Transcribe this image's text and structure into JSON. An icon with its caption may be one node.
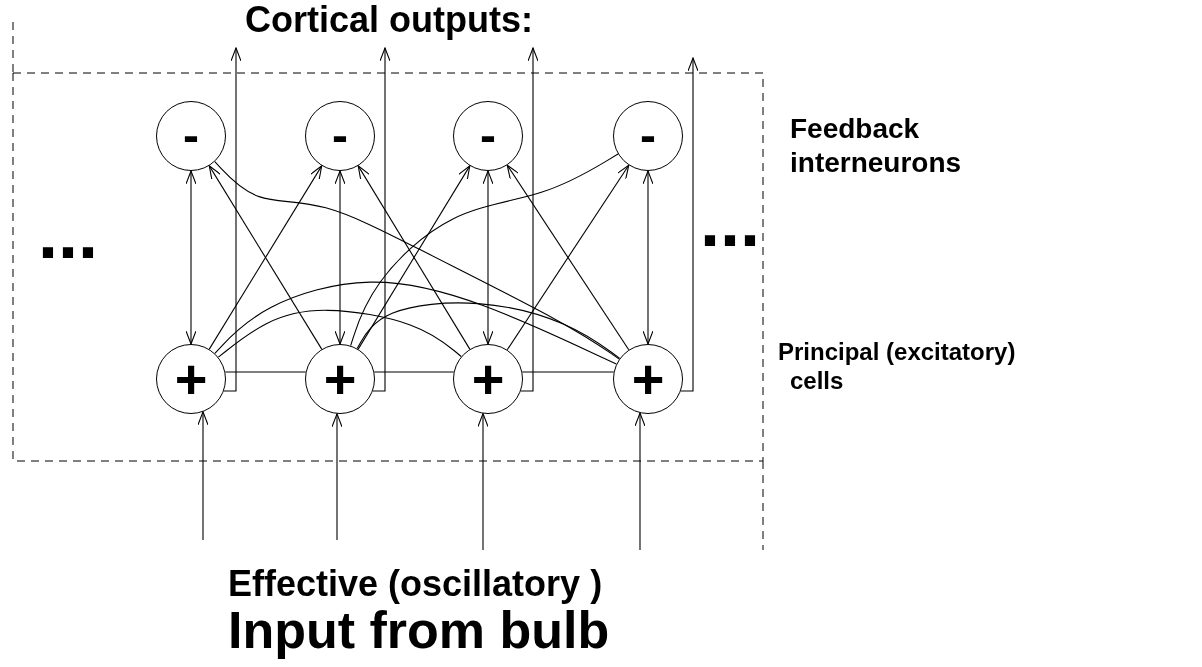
{
  "diagram": {
    "title": "Cortical outputs:",
    "nodes": [
      {
        "text": [
          "-"
        ]
      },
      {
        "text": [
          "-"
        ]
      },
      {
        "text": [
          "-"
        ]
      },
      {
        "text": [
          "-"
        ]
      },
      {
        "text": [
          "+"
        ]
      },
      {
        "text": [
          "+"
        ]
      },
      {
        "text": [
          "+"
        ]
      },
      {
        "text": [
          "+"
        ]
      }
    ],
    "edges": [
      {
        "from": 0,
        "to": 4,
        "arrow": "both"
      },
      {
        "from": 1,
        "to": 5,
        "arrow": "both"
      },
      {
        "from": 2,
        "to": 6,
        "arrow": "both"
      },
      {
        "from": 3,
        "to": 7,
        "arrow": "both"
      },
      {
        "from": 5,
        "to": 0,
        "arrow": "to"
      },
      {
        "from": 4,
        "to": 1,
        "arrow": "to"
      },
      {
        "from": 6,
        "to": 1,
        "arrow": "to"
      },
      {
        "from": 5,
        "to": 2,
        "arrow": "to"
      },
      {
        "from": 7,
        "to": 2,
        "arrow": "to"
      },
      {
        "from": 6,
        "to": 3,
        "arrow": "to"
      },
      {
        "from": 3,
        "to": 5,
        "arrow": "none"
      },
      {
        "from": 0,
        "to": 7,
        "arrow": "none"
      },
      {
        "from": 4,
        "to": 7,
        "arrow": "none"
      },
      {
        "from": 4,
        "to": 6,
        "arrow": "none"
      },
      {
        "from": 5,
        "to": 7,
        "arrow": "none"
      },
      {
        "from": 4,
        "to": 5,
        "arrow": "none"
      },
      {
        "from": 5,
        "to": 6,
        "arrow": "none"
      },
      {
        "from": 6,
        "to": 7,
        "arrow": "none"
      },
      {
        "from": 4,
        "to": null,
        "arrow": "to"
      },
      {
        "from": 5,
        "to": null,
        "arrow": "to"
      },
      {
        "from": 6,
        "to": null,
        "arrow": "to"
      },
      {
        "from": 7,
        "to": null,
        "arrow": "to"
      },
      {
        "from": null,
        "to": 4,
        "arrow": "to"
      },
      {
        "from": null,
        "to": 5,
        "arrow": "to"
      },
      {
        "from": null,
        "to": 6,
        "arrow": "to"
      },
      {
        "from": null,
        "to": 7,
        "arrow": "to"
      }
    ],
    "labels": [
      "Feedback interneurons",
      "...",
      "...",
      "Principal (excitatory) cells",
      "Effective (oscillatory )",
      "Input from bulb"
    ]
  }
}
